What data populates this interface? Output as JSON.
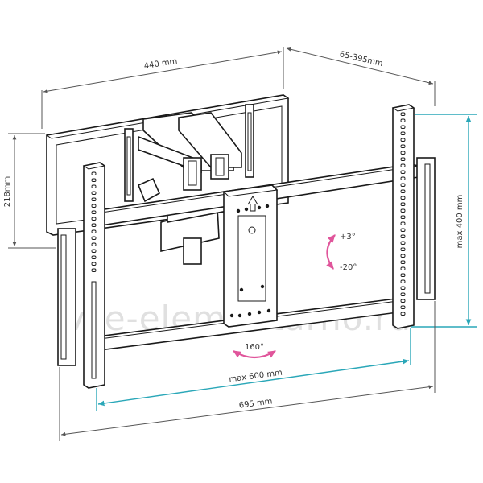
{
  "dimensions": {
    "width_top": "440 mm",
    "depth": "65-395mm",
    "height_left": "218mm",
    "vesa_height": "max 400 mm",
    "vesa_width": "max 600 mm",
    "width_bottom": "695 mm"
  },
  "rotation": {
    "tilt_up": "+3°",
    "tilt_down": "-20°",
    "swivel": "160°"
  },
  "watermark": "vse-elementarno.ru",
  "colors": {
    "line": "#1a1a1a",
    "dimension": "#555555",
    "vesa_dimension": "#2aa7b8",
    "rotation_arrow": "#e0559b",
    "watermark": "#c8c8c8"
  }
}
